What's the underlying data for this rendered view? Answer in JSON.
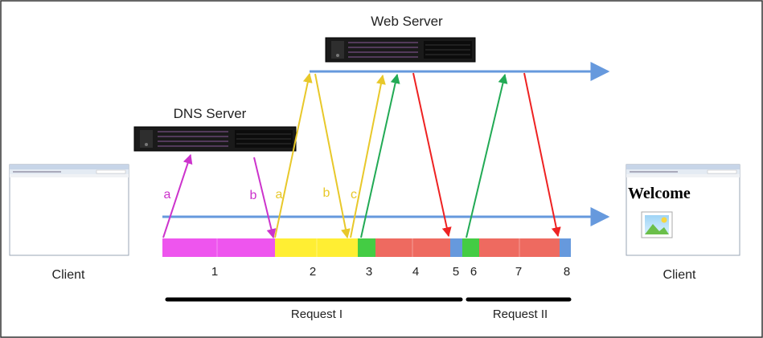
{
  "servers": {
    "web": {
      "label": "Web Server"
    },
    "dns": {
      "label": "DNS Server"
    }
  },
  "clients": {
    "left": {
      "label": "Client"
    },
    "right": {
      "label": "Client",
      "page_text": "Welcome"
    }
  },
  "arrow_letters": {
    "dns_a": "a",
    "dns_b": "b",
    "web_a": "a",
    "web_b": "b",
    "web_c": "c"
  },
  "phases": [
    {
      "label": "1",
      "color": "#ee55ee"
    },
    {
      "label": "2",
      "color": "#ffee33"
    },
    {
      "label": "3",
      "color": "#44cc44"
    },
    {
      "label": "4",
      "color": "#ee6a60"
    },
    {
      "label": "5",
      "color": "#6699dd"
    },
    {
      "label": "6",
      "color": "#44cc44"
    },
    {
      "label": "7",
      "color": "#ee6a60"
    },
    {
      "label": "8",
      "color": "#6699dd"
    }
  ],
  "requests": [
    {
      "label": "Request I"
    },
    {
      "label": "Request II"
    }
  ],
  "colors": {
    "dns": "#cc33cc",
    "connect": "#e8c82a",
    "send": "#22aa55",
    "receive": "#ee2222",
    "timeline": "#6699dd"
  }
}
